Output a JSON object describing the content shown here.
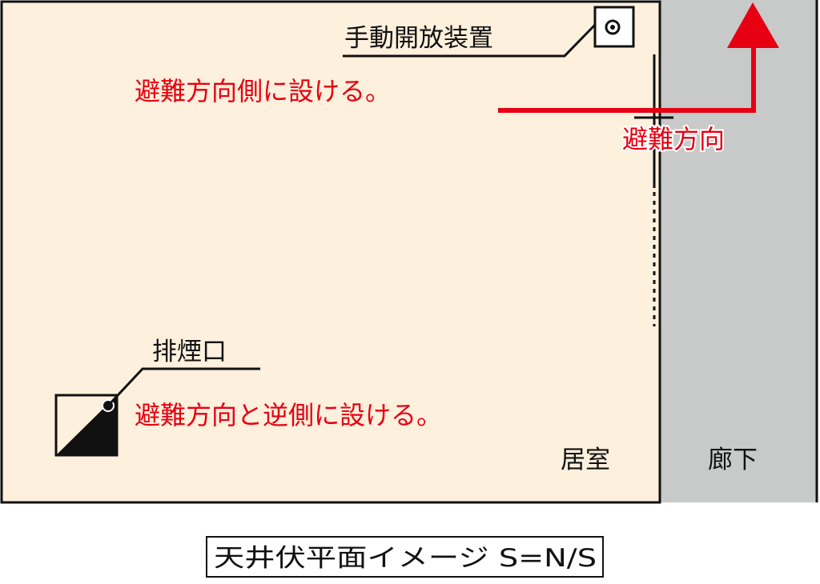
{
  "colors": {
    "room": "#fdf0dc",
    "corridor": "#c8c9c9",
    "accent": "#e60012"
  },
  "labels": {
    "manual_release": "手動開放装置",
    "evac_side_note": "避難方向側に設ける。",
    "evac_direction": "避難方向",
    "smoke_vent": "排煙口",
    "opposite_side_note": "避難方向と逆側に設ける。",
    "room": "居室",
    "corridor": "廊下",
    "caption": "天井伏平面イメージ S=N/S"
  }
}
